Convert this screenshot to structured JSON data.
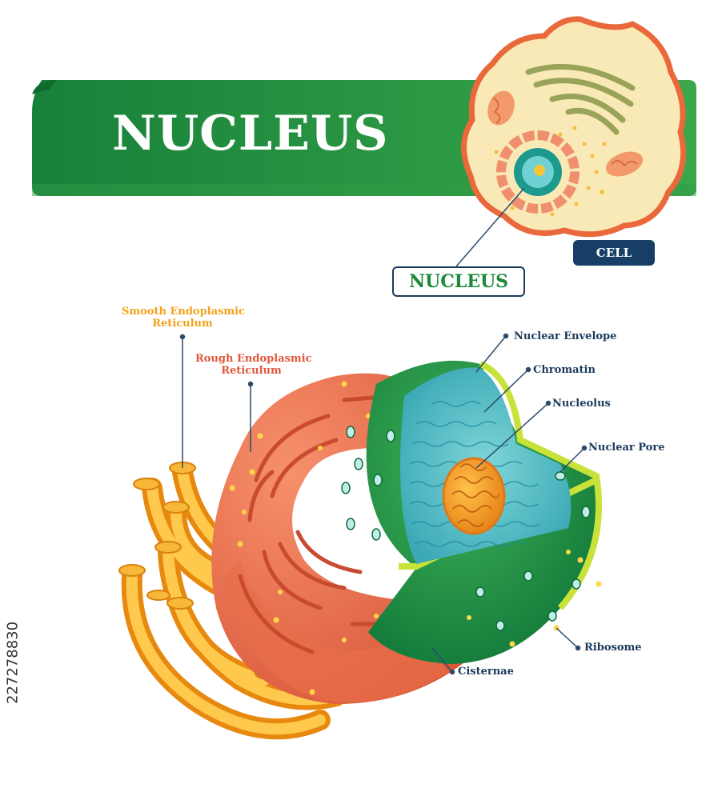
{
  "title": "NUCLEUS",
  "cell_label": "CELL",
  "nucleus_callout": "NUCLEUS",
  "labels": {
    "smooth_er_line1": "Smooth Endoplasmic",
    "smooth_er_line2": "Reticulum",
    "rough_er_line1": "Rough Endoplasmic",
    "rough_er_line2": "Reticulum",
    "nuclear_envelope": "Nuclear Envelope",
    "chromatin": "Chromatin",
    "nucleolus": "Nucleolus",
    "nuclear_pore": "Nuclear Pore",
    "ribosome": "Ribosome",
    "cisternae": "Cisternae"
  },
  "stock_id": "227278830",
  "colors": {
    "banner_green": "#1f8f3e",
    "smooth_er_label": "#f3a21c",
    "rough_er_label": "#e0573a",
    "label_navy": "#1b3a5c",
    "cell_badge": "#173f66",
    "nucleus_callout_text": "#1c8a3a"
  }
}
